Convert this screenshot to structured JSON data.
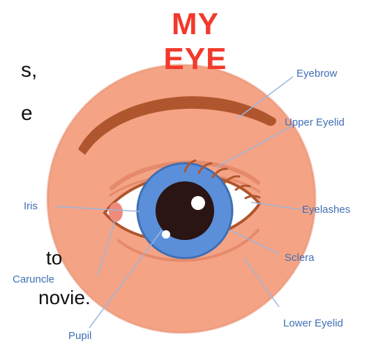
{
  "title": "MY EYE",
  "background_text": {
    "line1": "s,",
    "line2": "e",
    "line3": "to",
    "line4": "novie."
  },
  "labels": {
    "eyebrow": "Eyebrow",
    "upper_eyelid": "Upper Eyelid",
    "eyelashes": "Eyelashes",
    "sclera": "Sclera",
    "lower_eyelid": "Lower Eyelid",
    "iris": "Iris",
    "caruncle": "Caruncle",
    "pupil": "Pupil"
  },
  "colors": {
    "title": "#f23a2c",
    "label": "#3f6fb5",
    "skin": "#f4a385",
    "skin_dark": "#e58a6a",
    "eyebrow": "#b0562e",
    "iris": "#5b8fd9",
    "pupil": "#2a1414"
  }
}
